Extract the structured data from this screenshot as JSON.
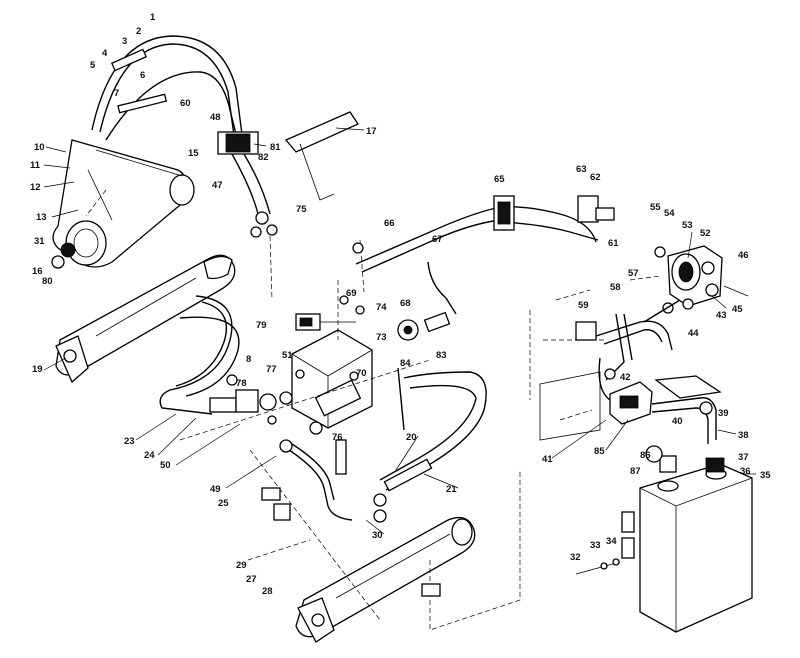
{
  "callouts": [
    {
      "id": "c1",
      "text": "1"
    },
    {
      "id": "c2",
      "text": "2"
    },
    {
      "id": "c3",
      "text": "3"
    },
    {
      "id": "c4",
      "text": "4"
    },
    {
      "id": "c5",
      "text": "5"
    },
    {
      "id": "c6",
      "text": "6"
    },
    {
      "id": "c7",
      "text": "7"
    },
    {
      "id": "c8",
      "text": "8"
    },
    {
      "id": "c10",
      "text": "10"
    },
    {
      "id": "c11",
      "text": "11"
    },
    {
      "id": "c12",
      "text": "12"
    },
    {
      "id": "c13",
      "text": "13"
    },
    {
      "id": "c15",
      "text": "15"
    },
    {
      "id": "c16",
      "text": "16"
    },
    {
      "id": "c17",
      "text": "17"
    },
    {
      "id": "c19",
      "text": "19"
    },
    {
      "id": "c20",
      "text": "20"
    },
    {
      "id": "c21",
      "text": "21"
    },
    {
      "id": "c23",
      "text": "23"
    },
    {
      "id": "c24",
      "text": "24"
    },
    {
      "id": "c25",
      "text": "25"
    },
    {
      "id": "c27",
      "text": "27"
    },
    {
      "id": "c28",
      "text": "28"
    },
    {
      "id": "c29",
      "text": "29"
    },
    {
      "id": "c30",
      "text": "30"
    },
    {
      "id": "c31",
      "text": "31"
    },
    {
      "id": "c32",
      "text": "32"
    },
    {
      "id": "c33",
      "text": "33"
    },
    {
      "id": "c34",
      "text": "34"
    },
    {
      "id": "c35",
      "text": "35"
    },
    {
      "id": "c36",
      "text": "36"
    },
    {
      "id": "c37",
      "text": "37"
    },
    {
      "id": "c38",
      "text": "38"
    },
    {
      "id": "c39",
      "text": "39"
    },
    {
      "id": "c40",
      "text": "40"
    },
    {
      "id": "c41",
      "text": "41"
    },
    {
      "id": "c42",
      "text": "42"
    },
    {
      "id": "c43",
      "text": "43"
    },
    {
      "id": "c44",
      "text": "44"
    },
    {
      "id": "c45",
      "text": "45"
    },
    {
      "id": "c46",
      "text": "46"
    },
    {
      "id": "c47",
      "text": "47"
    },
    {
      "id": "c48",
      "text": "48"
    },
    {
      "id": "c49",
      "text": "49"
    },
    {
      "id": "c50",
      "text": "50"
    },
    {
      "id": "c51",
      "text": "51"
    },
    {
      "id": "c52",
      "text": "52"
    },
    {
      "id": "c53",
      "text": "53"
    },
    {
      "id": "c54",
      "text": "54"
    },
    {
      "id": "c55",
      "text": "55"
    },
    {
      "id": "c57",
      "text": "57"
    },
    {
      "id": "c58",
      "text": "58"
    },
    {
      "id": "c59",
      "text": "59"
    },
    {
      "id": "c60",
      "text": "60"
    },
    {
      "id": "c61",
      "text": "61"
    },
    {
      "id": "c62",
      "text": "62"
    },
    {
      "id": "c63",
      "text": "63"
    },
    {
      "id": "c65",
      "text": "65"
    },
    {
      "id": "c66",
      "text": "66"
    },
    {
      "id": "c67",
      "text": "67"
    },
    {
      "id": "c68",
      "text": "68"
    },
    {
      "id": "c69",
      "text": "69"
    },
    {
      "id": "c70",
      "text": "70"
    },
    {
      "id": "c73",
      "text": "73"
    },
    {
      "id": "c74",
      "text": "74"
    },
    {
      "id": "c75",
      "text": "75"
    },
    {
      "id": "c76",
      "text": "76"
    },
    {
      "id": "c77",
      "text": "77"
    },
    {
      "id": "c78",
      "text": "78"
    },
    {
      "id": "c79",
      "text": "79"
    },
    {
      "id": "c80",
      "text": "80"
    },
    {
      "id": "c81",
      "text": "81"
    },
    {
      "id": "c82",
      "text": "82"
    },
    {
      "id": "c83",
      "text": "83"
    },
    {
      "id": "c84",
      "text": "84"
    },
    {
      "id": "c85",
      "text": "85"
    },
    {
      "id": "c86",
      "text": "86"
    },
    {
      "id": "c87",
      "text": "87"
    }
  ]
}
